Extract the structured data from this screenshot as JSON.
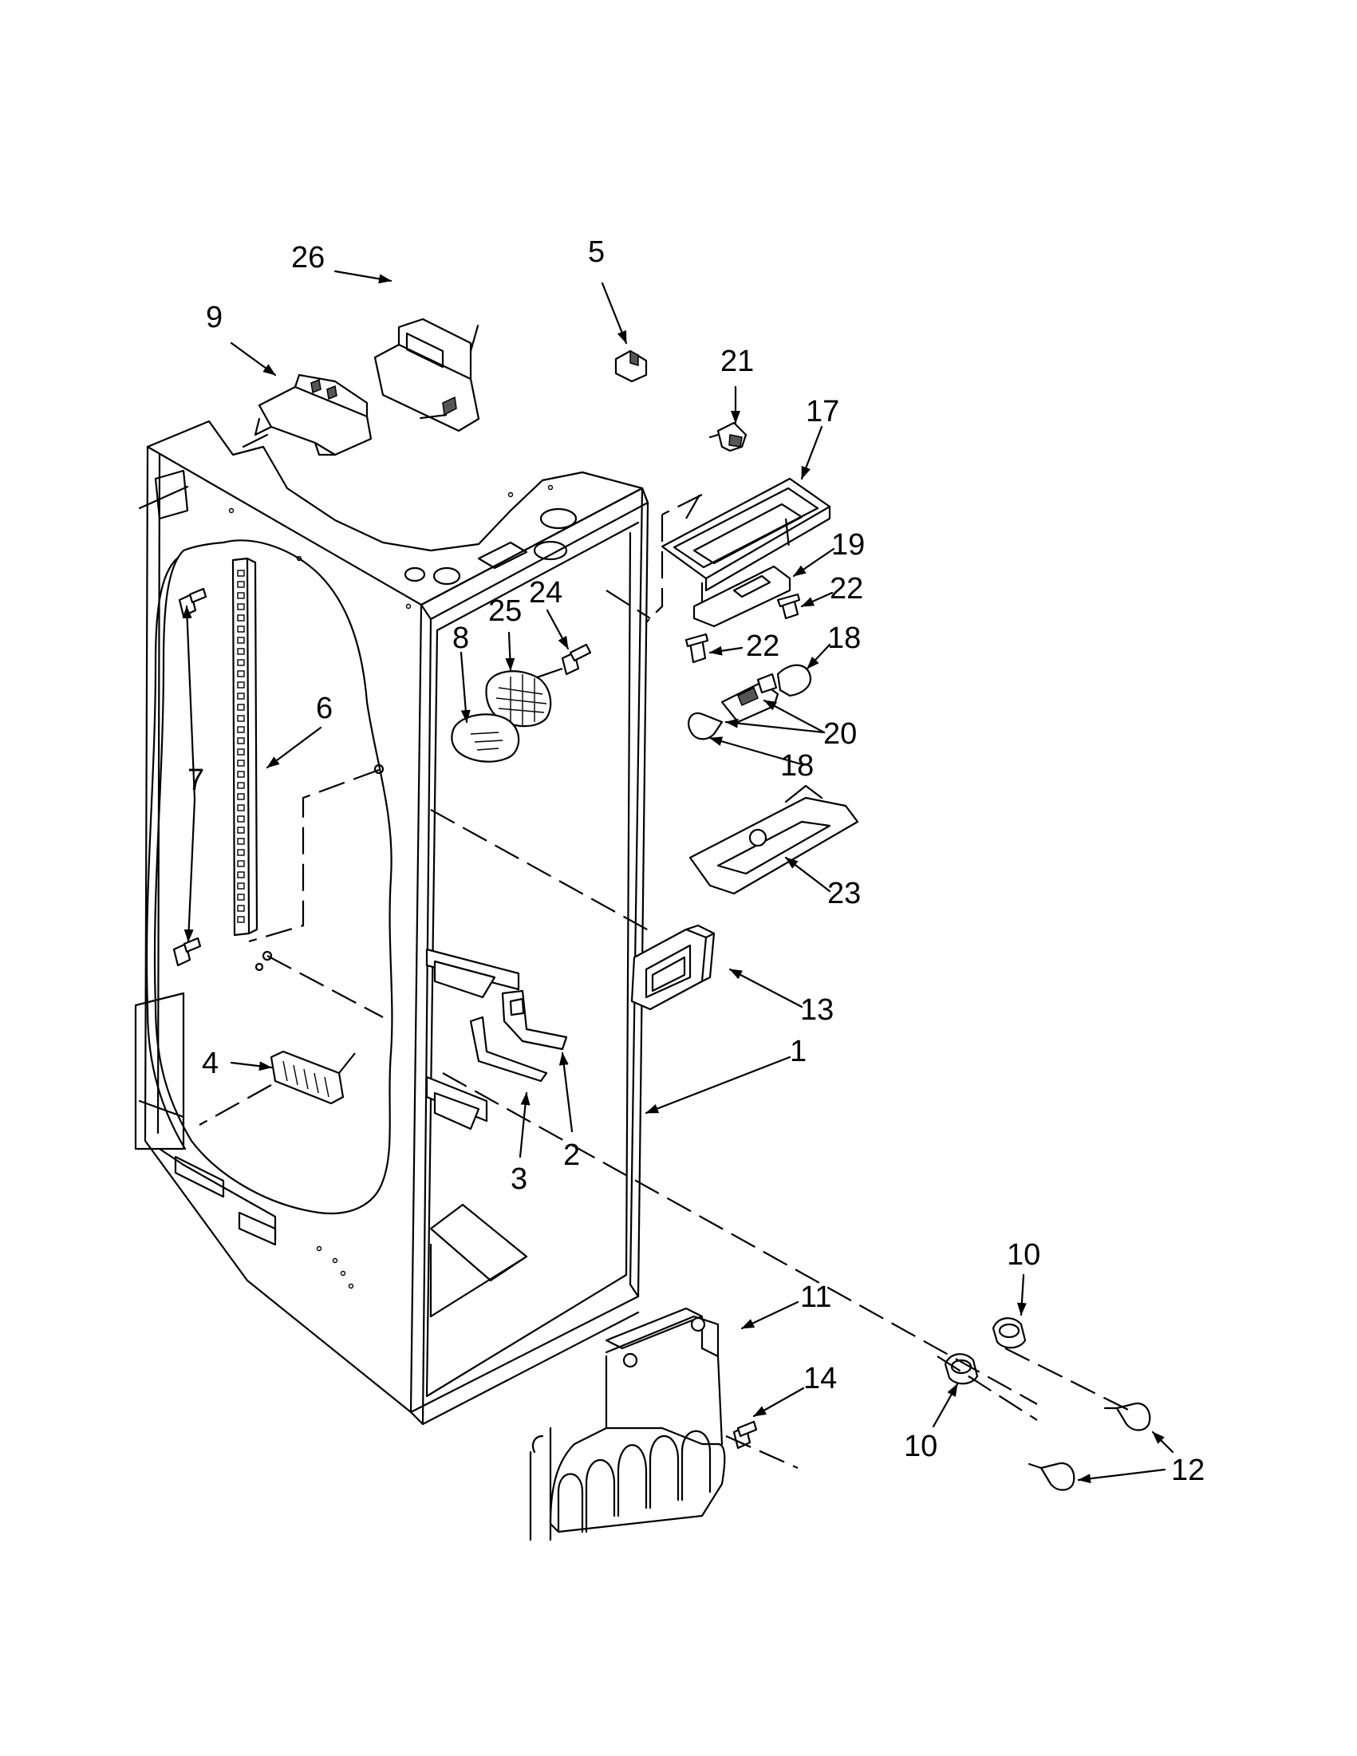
{
  "callouts": [
    {
      "id": "c26",
      "text": "26"
    },
    {
      "id": "c9",
      "text": "9"
    },
    {
      "id": "c5",
      "text": "5"
    },
    {
      "id": "c21",
      "text": "21"
    },
    {
      "id": "c17",
      "text": "17"
    },
    {
      "id": "c19",
      "text": "19"
    },
    {
      "id": "c22a",
      "text": "22"
    },
    {
      "id": "c22b",
      "text": "22"
    },
    {
      "id": "c18a",
      "text": "18"
    },
    {
      "id": "c20",
      "text": "20"
    },
    {
      "id": "c18b",
      "text": "18"
    },
    {
      "id": "c25",
      "text": "25"
    },
    {
      "id": "c24",
      "text": "24"
    },
    {
      "id": "c8",
      "text": "8"
    },
    {
      "id": "c6",
      "text": "6"
    },
    {
      "id": "c7",
      "text": "7"
    },
    {
      "id": "c23",
      "text": "23"
    },
    {
      "id": "c13",
      "text": "13"
    },
    {
      "id": "c1",
      "text": "1"
    },
    {
      "id": "c4",
      "text": "4"
    },
    {
      "id": "c3",
      "text": "3"
    },
    {
      "id": "c2",
      "text": "2"
    },
    {
      "id": "c10a",
      "text": "10"
    },
    {
      "id": "c11",
      "text": "11"
    },
    {
      "id": "c14",
      "text": "14"
    },
    {
      "id": "c10b",
      "text": "10"
    },
    {
      "id": "c12",
      "text": "12"
    }
  ]
}
